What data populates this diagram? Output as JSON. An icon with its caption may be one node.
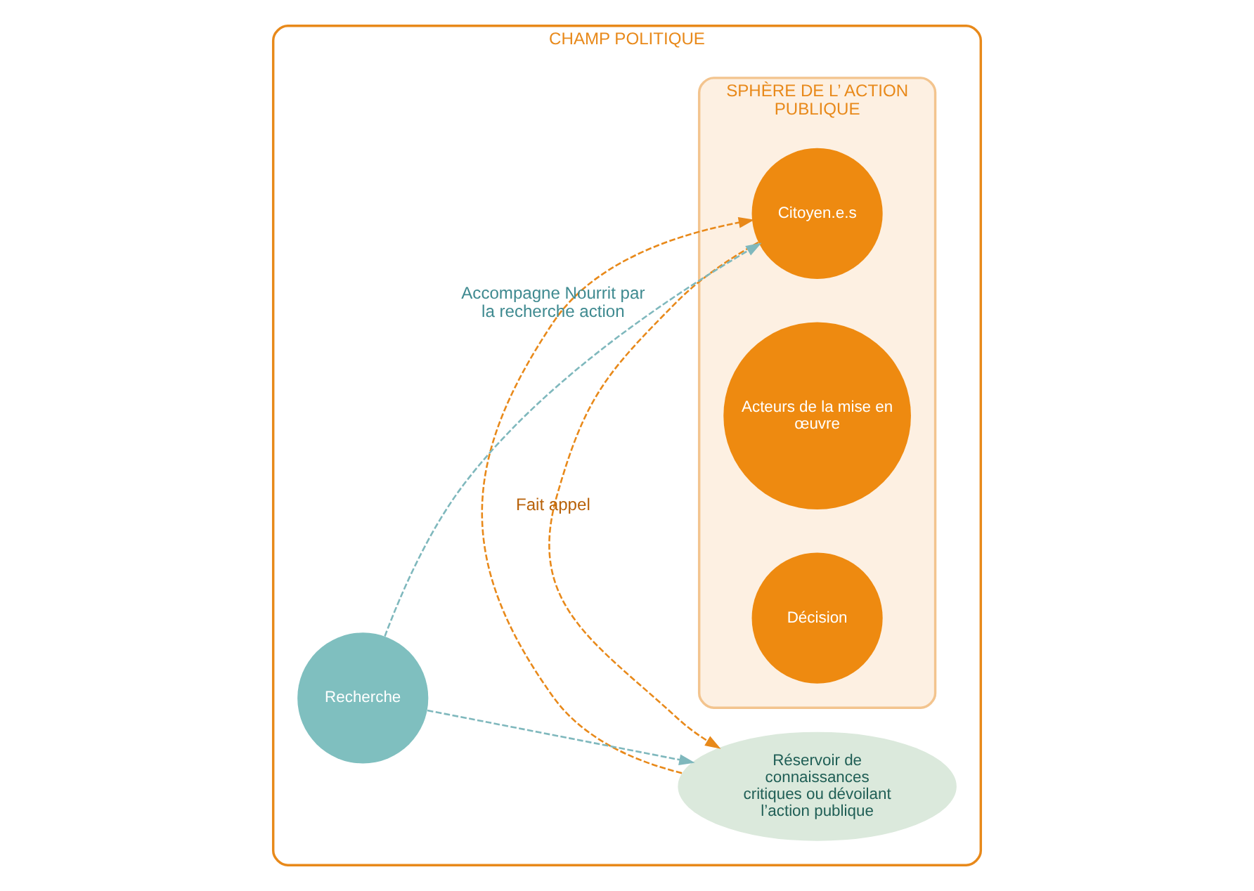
{
  "diagram": {
    "nodes": [
      {
        "text": [
          "CHAMP POLITIQUE"
        ]
      },
      {
        "text": [
          "Réservoir de connaissances critiques ou dévoilant l’action publique"
        ],
        "in": 0
      },
      {
        "text": [
          "SPHÈRE DE L’ ACTION PUBLIQUE"
        ],
        "in": 0
      },
      {
        "text": [
          "Citoyen.e.s"
        ],
        "in": 2
      },
      {
        "text": [
          "Acteurs de la mise en œuvre"
        ],
        "in": 2
      },
      {
        "text": [
          "Décision"
        ],
        "in": 2
      },
      {
        "text": [
          "Recherche"
        ],
        "in": 0
      }
    ],
    "edges": [
      {
        "from": 3,
        "to": 1,
        "arrow": "to",
        "label": "Fait appel",
        "style": "dashed",
        "color": "#e8891a"
      },
      {
        "from": 1,
        "to": 3,
        "arrow": "to",
        "style": "dashed",
        "color": "#e8891a"
      },
      {
        "from": 6,
        "to": 1,
        "arrow": "to",
        "style": "dashed",
        "color": "#7fb8bd"
      },
      {
        "from": 6,
        "to": 3,
        "arrow": "to",
        "label": "Accompagne Nourrit par la recherche action",
        "style": "dashed",
        "color": "#7fb8bd"
      }
    ]
  }
}
